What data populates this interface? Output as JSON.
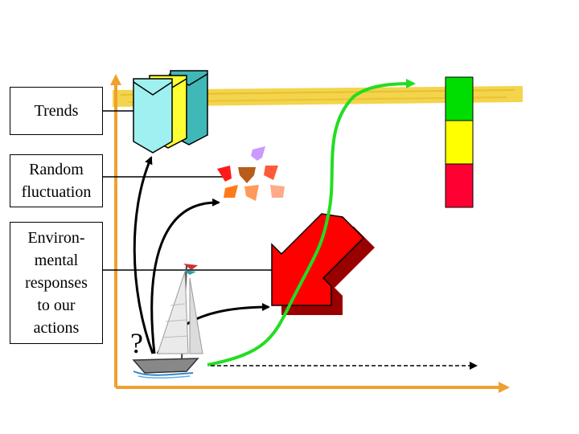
{
  "labels": {
    "trends": "Trends",
    "random": "Random\nfluctuation",
    "environmental": "Environ-\nmental\nresponses\nto our\nactions"
  },
  "question_mark": "?",
  "colors": {
    "axis": "#f0a030",
    "trend_band": "#f2cf3a",
    "green_curve": "#22dd22",
    "big_arrow": "#ff0000",
    "traffic_green": "#00dd00",
    "traffic_yellow": "#ffff00",
    "traffic_red": "#ff0033",
    "book_cyan": "#9ff0f0",
    "book_yellow": "#ffff33",
    "book_teal": "#40b8b8"
  },
  "icons": [
    "book-stack-icon",
    "scattered-arrows-icon",
    "big-red-arrow-icon",
    "traffic-light-icon",
    "sailboat-icon"
  ]
}
